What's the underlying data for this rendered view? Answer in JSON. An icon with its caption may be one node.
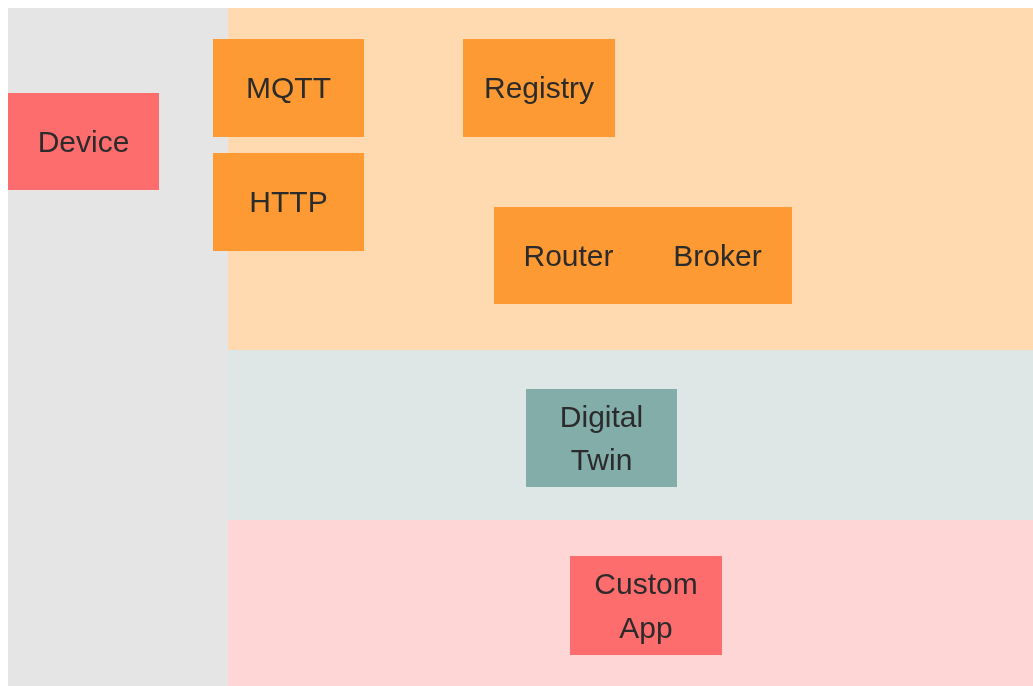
{
  "diagram": {
    "nodes": [
      {
        "text": [],
        "shape": "box"
      },
      {
        "text": [
          "Device"
        ],
        "in": 0
      },
      {
        "text": [],
        "shape": "box"
      },
      {
        "text": [
          "MQTT"
        ]
      },
      {
        "text": [
          "HTTP"
        ]
      },
      {
        "text": [
          "Registry"
        ],
        "in": 2
      },
      {
        "text": [
          "Router"
        ],
        "in": 2
      },
      {
        "text": [
          "Broker"
        ],
        "in": 2
      },
      {
        "text": [],
        "shape": "box"
      },
      {
        "text": [
          "Digital Twin"
        ],
        "in": 8
      },
      {
        "text": [],
        "shape": "box"
      },
      {
        "text": [
          "Custom App"
        ],
        "in": 10
      }
    ]
  }
}
